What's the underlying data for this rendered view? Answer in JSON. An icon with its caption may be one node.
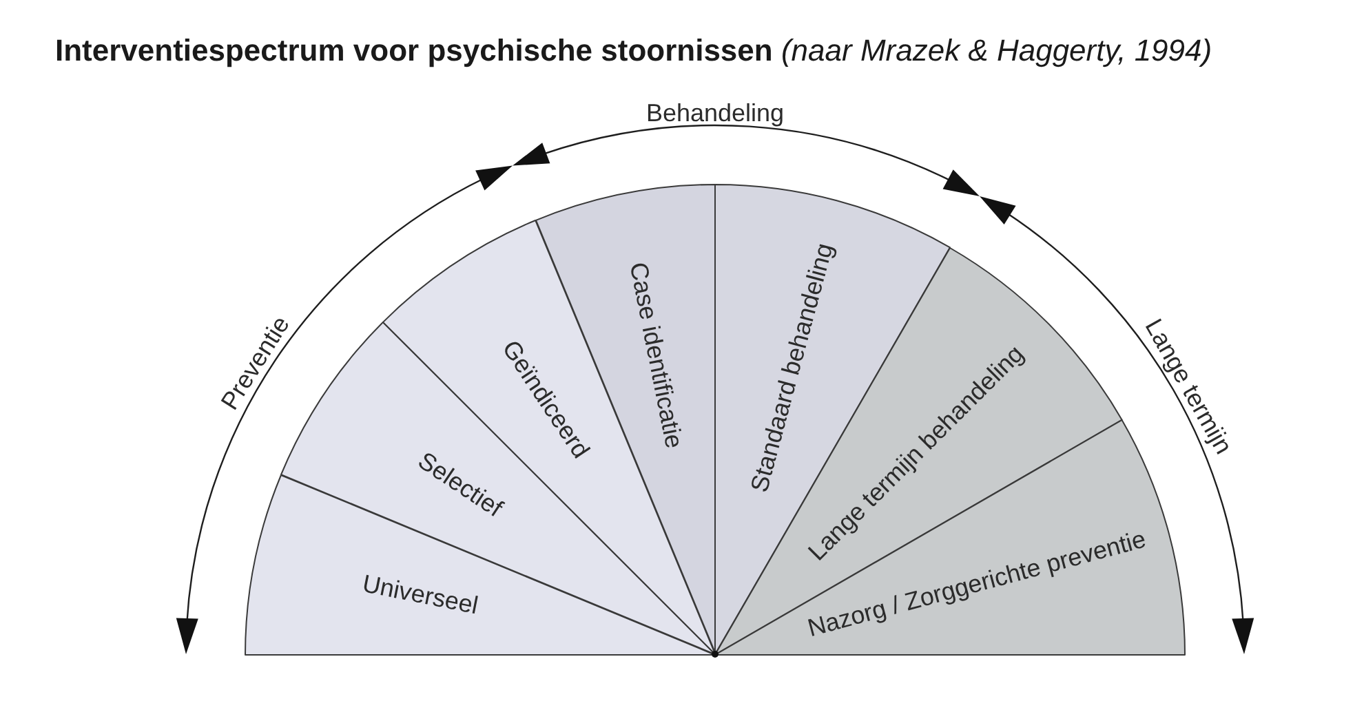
{
  "diagram": {
    "title": "**Interventiespectrum voor psychische stoornissen** *(naar Mrazek & Haggerty, 1994)*",
    "nodes": [
      {
        "text": [
          "Universeel"
        ]
      },
      {
        "text": [
          "Selectief"
        ]
      },
      {
        "text": [
          "Geïndiceerd"
        ]
      },
      {
        "text": [
          "Case identificatie"
        ]
      },
      {
        "text": [
          "Standaard behandeling"
        ]
      },
      {
        "text": [
          "Lange termijn behandeling"
        ]
      },
      {
        "text": [
          "Nazorg / Zorggerichte preventie"
        ]
      }
    ],
    "labels": [
      "Behandeling",
      "Preventie",
      "Lange termijn"
    ]
  }
}
